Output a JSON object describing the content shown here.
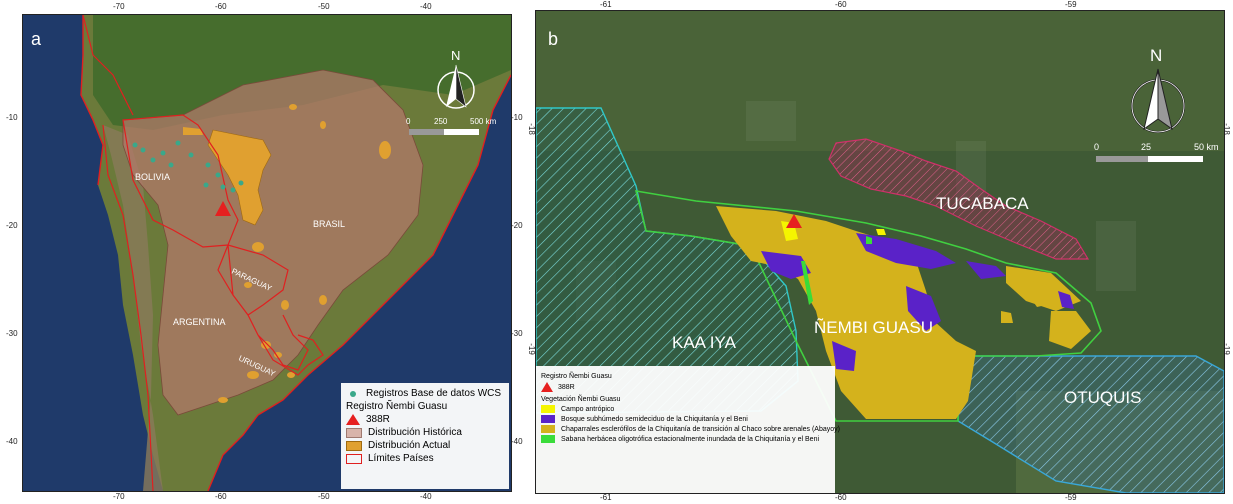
{
  "panel_a": {
    "letter": "a",
    "north": "N",
    "scale": {
      "l0": "0",
      "l1": "250",
      "l2": "500 km"
    },
    "ticks_top": [
      "-70",
      "-60",
      "-50",
      "-40"
    ],
    "ticks_bottom": [
      "-70",
      "-60",
      "-50",
      "-40"
    ],
    "ticks_left": [
      "-10",
      "-20",
      "-30",
      "-40"
    ],
    "ticks_right": [
      "-10",
      "-20",
      "-30",
      "-40"
    ],
    "labels": {
      "bolivia": "BOLIVIA",
      "brasil": "BRASIL",
      "paraguay": "PARAGUAY",
      "argentina": "ARGENTINA",
      "uruguay": "URUGUAY"
    },
    "legend": {
      "wcs": "Registros Base de datos WCS",
      "registro_title": "Registro Ñembi Guasu",
      "point": "388R",
      "historica": "Distribución Histórica",
      "actual": "Distribución Actual",
      "limites": "Límites Países"
    },
    "colors": {
      "historica": "#b07a6a",
      "actual": "#e0a030",
      "limites": "#e02020",
      "wcs": "#3aa88a",
      "point": "#e62020"
    }
  },
  "panel_b": {
    "letter": "b",
    "north": "N",
    "scale": {
      "l0": "0",
      "l1": "25",
      "l2": "50 km"
    },
    "ticks_top": [
      "-61",
      "-60",
      "-59"
    ],
    "ticks_bottom": [
      "-61",
      "-60",
      "-59"
    ],
    "ticks_left": [
      "-18",
      "-19"
    ],
    "ticks_right": [
      "-18",
      "-19"
    ],
    "labels": {
      "tucabaca": "TUCABACA",
      "kaa_iya": "KAA IYA",
      "nembi": "ÑEMBI GUASU",
      "otuquis": "OTUQUIS"
    },
    "legend": {
      "registro_title": "Registro Ñembi Guasu",
      "point": "388R",
      "veg_title": "Vegetación Ñembi Guasu",
      "items": [
        {
          "label": "Campo antrópico",
          "color": "#f5f500"
        },
        {
          "label": "Bosque subhúmedo semideciduo de la Chiquitanía y el Beni",
          "color": "#5a22c8"
        },
        {
          "label": "Chaparrales esclerófilos de la Chiquitanía de transición al Chaco sobre arenales (Abayoy)",
          "color": "#d4b21c"
        },
        {
          "label": "Sabana herbácea oligotrófica estacionalmente inundada de la Chiquitanía y el Beni",
          "color": "#3adc3a"
        }
      ]
    },
    "colors": {
      "point": "#e62020",
      "tucabaca": "#d0306a",
      "kaa_iya": "#30c8c8",
      "otuquis": "#3aa8d8",
      "nembi_border": "#40d040"
    }
  }
}
